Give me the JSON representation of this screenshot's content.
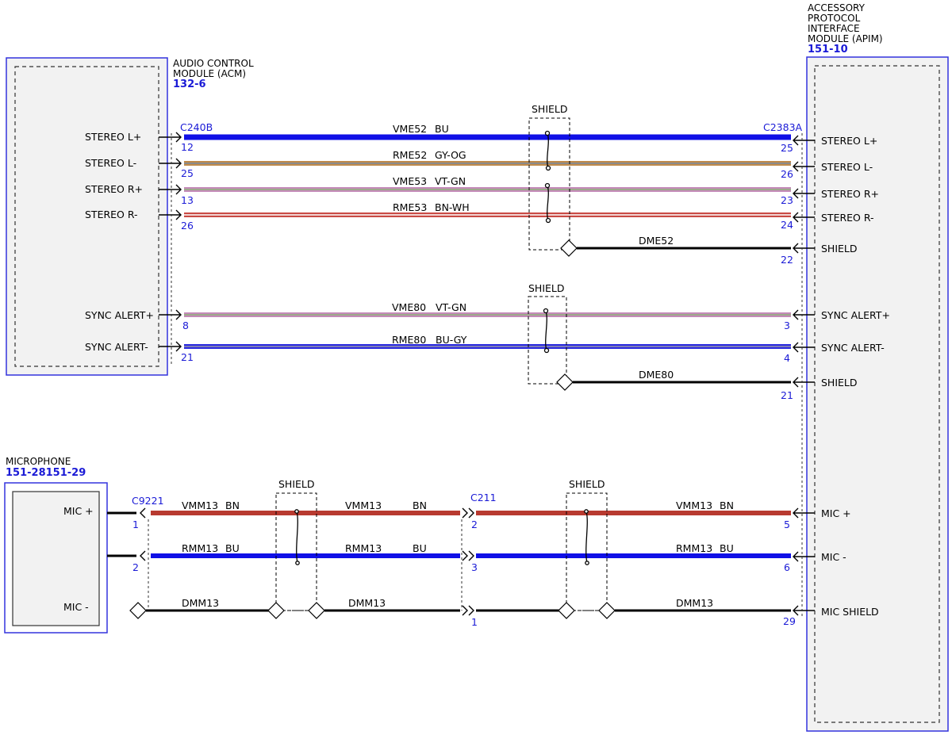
{
  "colors": {
    "module_border": "#3333dd",
    "module_fill": "#f2f2f2",
    "id_text": "#1a1ad6",
    "BU": "#1010e6",
    "BN": "#b83a30",
    "GY-OG": "#c08a4a",
    "VT-GN": "#c48ab8",
    "BN-WH": "#c94a44",
    "BU-GY": "#2a2ae0",
    "shield_wire": "#000000"
  },
  "modules": {
    "acm": {
      "title_lines": [
        "AUDIO CONTROL",
        "MODULE (ACM)"
      ],
      "id": "132-6",
      "connector": "C240B",
      "pins": [
        {
          "label": "STEREO L+",
          "pin": "12"
        },
        {
          "label": "STEREO L-",
          "pin": "25"
        },
        {
          "label": "STEREO R+",
          "pin": "13"
        },
        {
          "label": "STEREO R-",
          "pin": "26"
        },
        {
          "label": "SYNC ALERT+",
          "pin": "8"
        },
        {
          "label": "SYNC ALERT-",
          "pin": "21"
        }
      ]
    },
    "apim": {
      "title_lines": [
        "ACCESSORY",
        "PROTOCOL",
        "INTERFACE",
        "MODULE (APIM)"
      ],
      "id": "151-10",
      "connector": "C2383A",
      "pins": [
        {
          "label": "STEREO L+",
          "pin": "25"
        },
        {
          "label": "STEREO L-",
          "pin": "26"
        },
        {
          "label": "STEREO R+",
          "pin": "23"
        },
        {
          "label": "STEREO R-",
          "pin": "24"
        },
        {
          "label": "SHIELD",
          "pin": "22"
        },
        {
          "label": "SYNC ALERT+",
          "pin": "3"
        },
        {
          "label": "SYNC ALERT-",
          "pin": "4"
        },
        {
          "label": "SHIELD",
          "pin": "21"
        },
        {
          "label": "MIC +",
          "pin": "5"
        },
        {
          "label": "MIC -",
          "pin": "6"
        },
        {
          "label": "MIC SHIELD",
          "pin": "29"
        }
      ]
    },
    "mic": {
      "title": "MICROPHONE",
      "id": "151-28151-29",
      "pins": [
        {
          "label": "MIC +"
        },
        {
          "label": "MIC -"
        }
      ]
    }
  },
  "wires": [
    {
      "circuit": "VME52",
      "color": "BU"
    },
    {
      "circuit": "RME52",
      "color": "GY-OG"
    },
    {
      "circuit": "VME53",
      "color": "VT-GN"
    },
    {
      "circuit": "RME53",
      "color": "BN-WH"
    },
    {
      "circuit": "DME52",
      "color": ""
    },
    {
      "circuit": "VME80",
      "color": "VT-GN"
    },
    {
      "circuit": "RME80",
      "color": "BU-GY"
    },
    {
      "circuit": "DME80",
      "color": ""
    }
  ],
  "mic_circuit": {
    "connector_a": "C9221",
    "connector_b": "C211",
    "pins_a": [
      "1",
      "2"
    ],
    "pins_b": [
      "2",
      "3",
      "1"
    ],
    "segments": [
      {
        "vplus": "VMM13",
        "vplus_color": "BN",
        "vminus": "RMM13",
        "vminus_color": "BU",
        "drain": "DMM13"
      },
      {
        "vplus": "VMM13",
        "vplus_color": "BN",
        "vminus": "RMM13",
        "vminus_color": "BU",
        "drain": "DMM13"
      },
      {
        "vplus": "VMM13",
        "vplus_color": "BN",
        "vminus": "RMM13",
        "vminus_color": "BU",
        "drain": "DMM13"
      }
    ]
  },
  "shield_label": "SHIELD"
}
